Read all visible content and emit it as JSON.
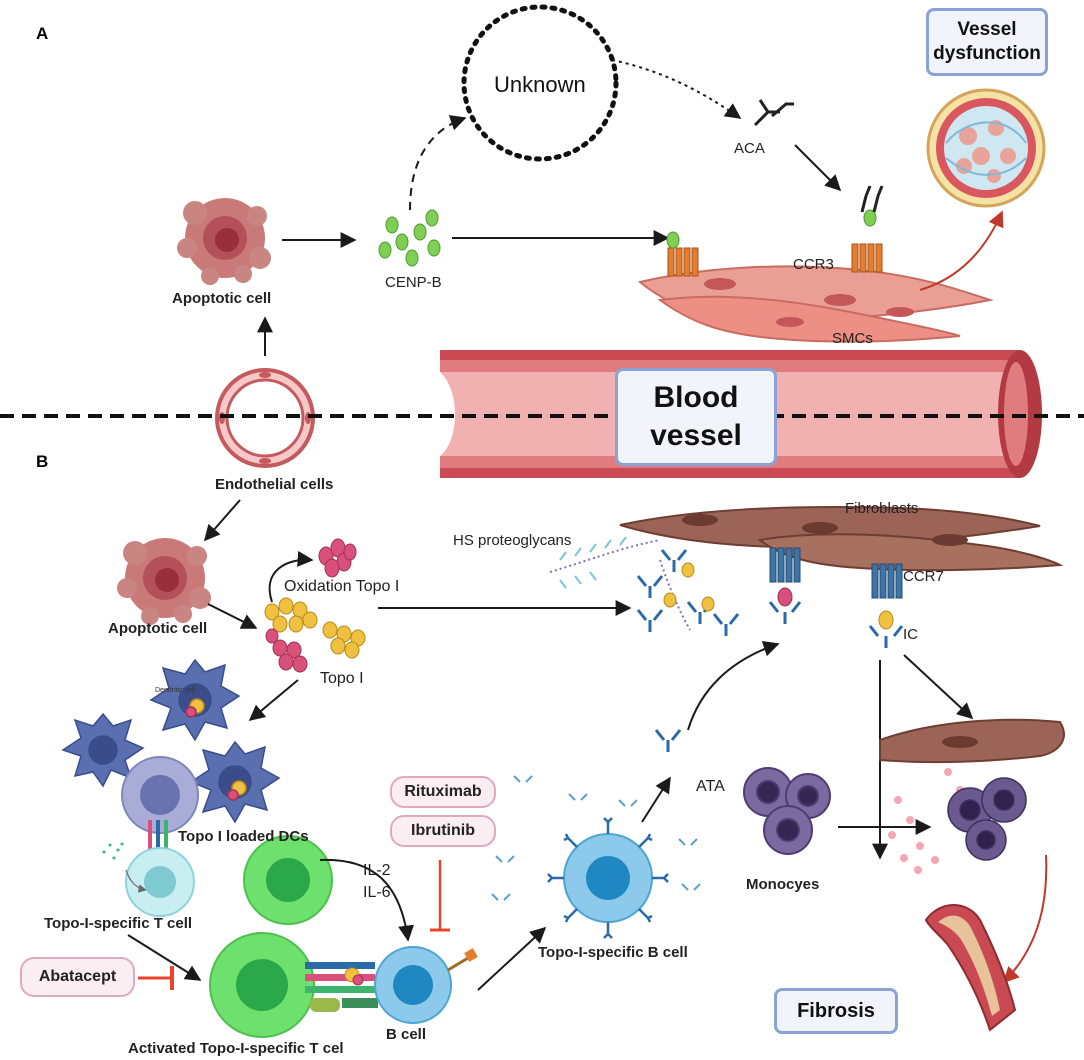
{
  "panels": {
    "a": "A",
    "b": "B"
  },
  "boxes": {
    "vessel_dysfunction": [
      "Vessel",
      "dysfunction"
    ],
    "blood_vessel": [
      "Blood",
      "vessel"
    ],
    "fibrosis": "Fibrosis"
  },
  "drugs": {
    "rituximab": "Rituximab",
    "ibrutinib": "Ibrutinib",
    "abatacept": "Abatacept"
  },
  "labels": {
    "unknown": "Unknown",
    "aca": "ACA",
    "cenp_b": "CENP-B",
    "apoptotic_cell_a": "Apoptotic cell",
    "ccr3": "CCR3",
    "smcs": "SMCs",
    "endothelial_cells": "Endothelial cells",
    "apoptotic_cell_b": "Apoptotic cell",
    "oxidation_topo": "Oxidation Topo I",
    "topo_i": "Topo I",
    "hs_proteoglycans": "HS proteoglycans",
    "fibroblasts": "Fibroblasts",
    "ccr7": "CCR7",
    "ic": "IC",
    "topo_loaded_dcs": "Topo I loaded DCs",
    "dendritic": "Dendritic cell",
    "topo_t_cell": "Topo-I-specific T cell",
    "il2": "IL-2",
    "il6": "IL-6",
    "ata": "ATA",
    "topo_b_cell": "Topo-I-specific B cell",
    "monocytes": "Monocyes",
    "activated_t": "Activated Topo-I-specific T cel",
    "b_cell": "B cell"
  },
  "colors": {
    "arrow": "#1a1a1a",
    "red_arrow": "#c0392b",
    "inhibitor": "#e8452c",
    "vessel": "#c94a52",
    "vessel_light": "#e99a9a",
    "smc": "#e8a39b",
    "fibroblast": "#8a5548",
    "cenp_green": "#7fcf55",
    "topo_yellow": "#f0c040",
    "topo_pink": "#d9507a",
    "antibody_blue": "#2a6aa8",
    "dc_blue": "#5a6fb0",
    "t_cell": "#a7dde6",
    "green_cell": "#5fcf5f",
    "b_cell_blue": "#3b9ed2",
    "monocyte": "#6b5a8f"
  }
}
